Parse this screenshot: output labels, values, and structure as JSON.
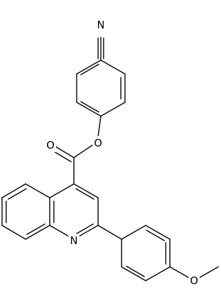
{
  "structure": {
    "atom_labels": {
      "nitrile_nitrogen": "N",
      "ester_carbonyl_oxygen": "O",
      "ester_bridge_oxygen": "O",
      "quinoline_nitrogen": "N",
      "methoxy_oxygen": "O"
    },
    "colors": {
      "bond": "#000000",
      "label": "#000000",
      "background": "#ffffff"
    }
  }
}
